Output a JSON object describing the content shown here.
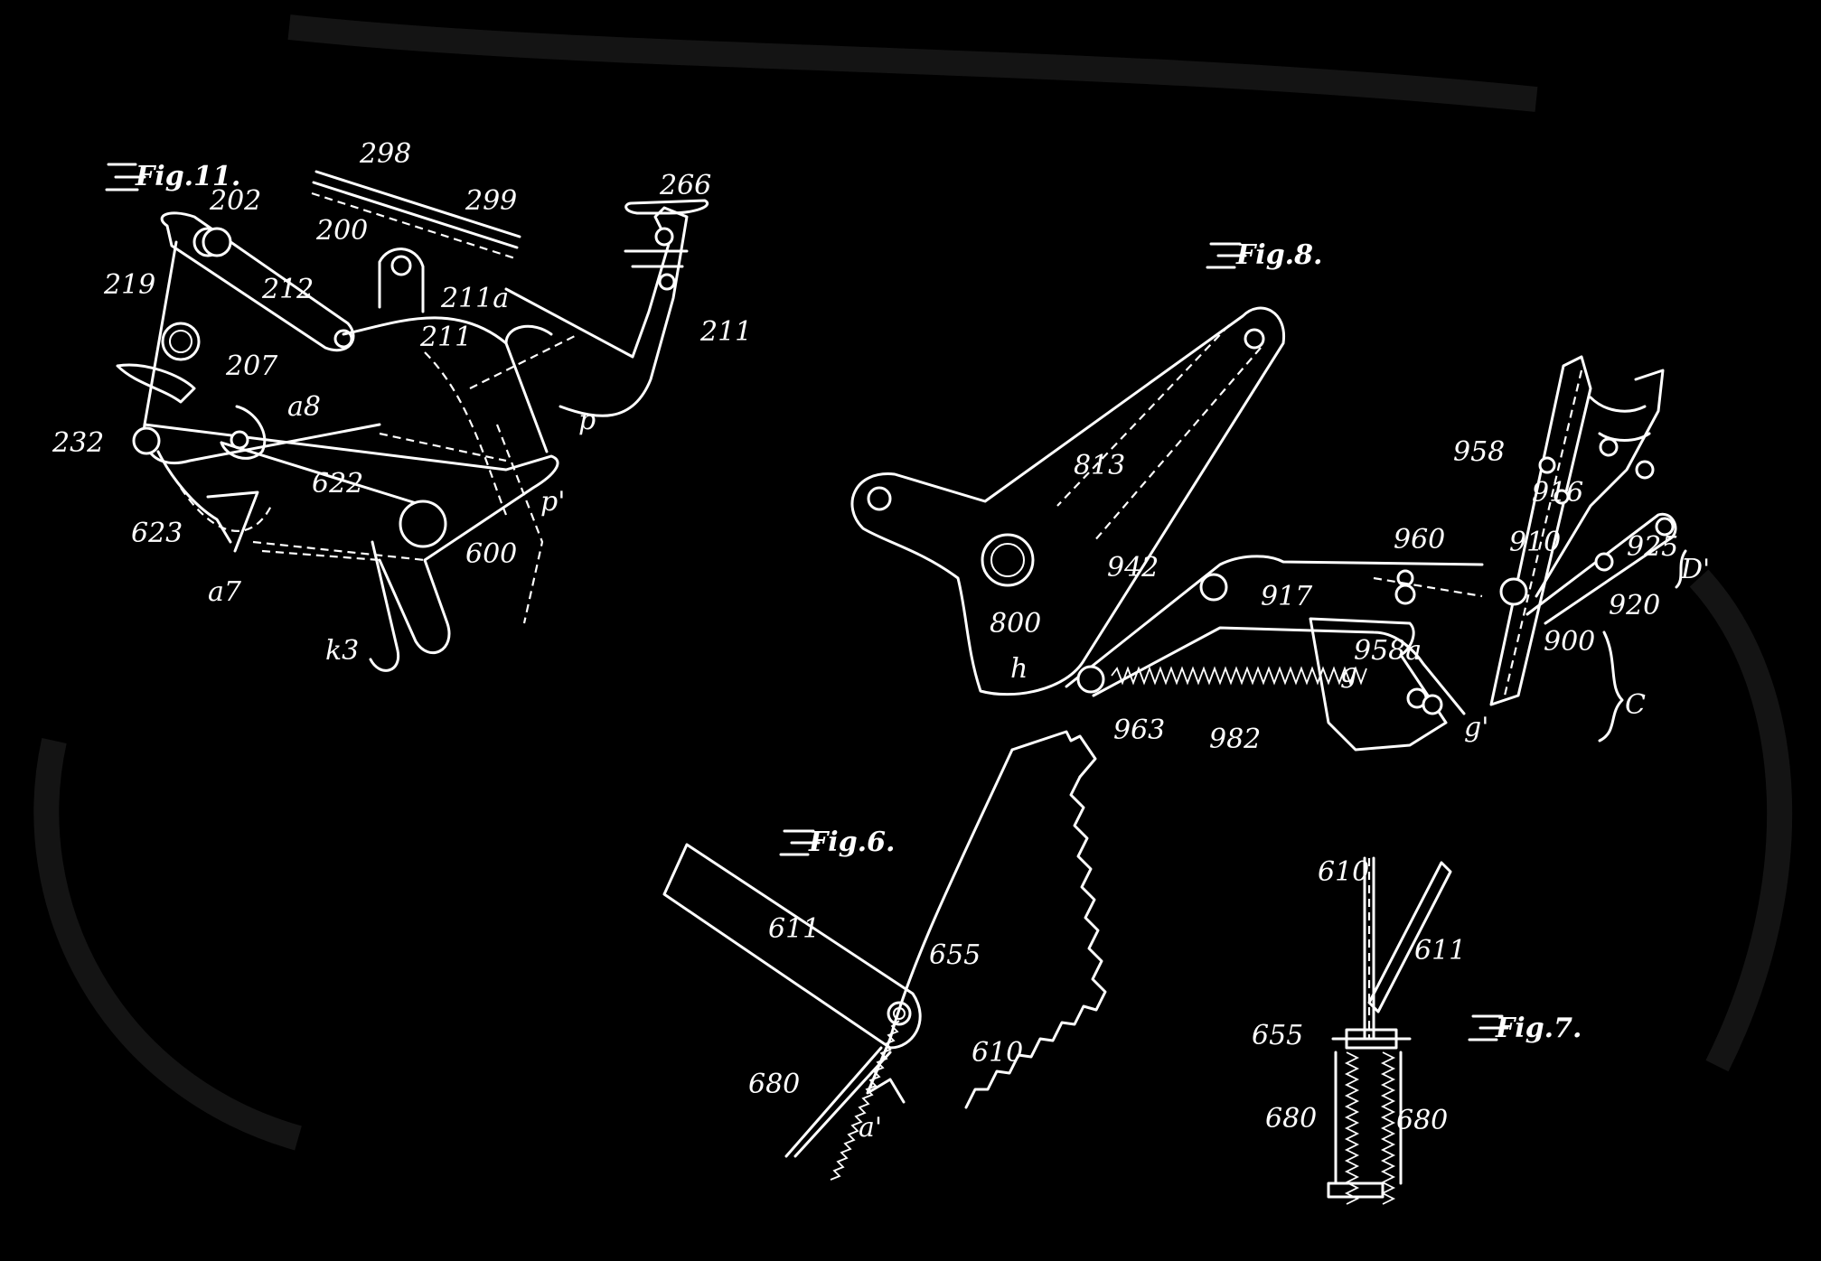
{
  "figures": {
    "fig11": {
      "title": "Fig.11.",
      "labels": [
        "298",
        "299",
        "266",
        "202",
        "200",
        "211a",
        "212",
        "219",
        "211",
        "211",
        "207",
        "a8",
        "232",
        "622",
        "p",
        "p'",
        "623",
        "600",
        "a7",
        "k3"
      ]
    },
    "fig8": {
      "title": "Fig.8.",
      "labels": [
        "813",
        "958",
        "916",
        "910",
        "925",
        "D'",
        "960",
        "942",
        "917",
        "920",
        "900",
        "800",
        "958a",
        "h",
        "g",
        "963",
        "982",
        "g'",
        "C"
      ]
    },
    "fig6": {
      "title": "Fig.6.",
      "labels": [
        "611",
        "655",
        "610",
        "680",
        "a'"
      ]
    },
    "fig7": {
      "title": "Fig.7.",
      "labels": [
        "610",
        "611",
        "655",
        "680",
        "680"
      ]
    }
  }
}
